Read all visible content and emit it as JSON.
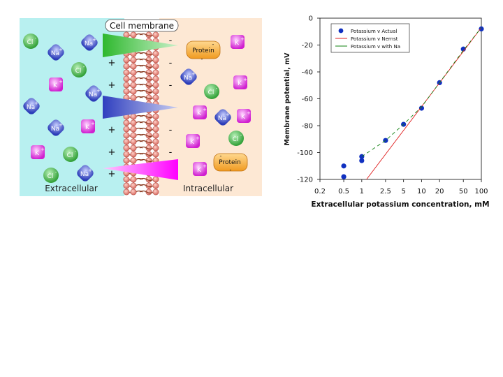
{
  "diagram": {
    "membrane_label": "Cell membrane",
    "extracellular_label": "Extracellular",
    "intracellular_label": "Intracellular",
    "protein_label": "Protein",
    "plus_sign": "+",
    "minus_sign": "-",
    "ion_labels": {
      "cl": "Cl",
      "na": "Na",
      "k": "K"
    },
    "colors": {
      "extracellular_bg": "#b8f0f0",
      "intracellular_bg": "#fde8d4",
      "cl": "#3cb043",
      "na": "#3b4bc8",
      "k": "#e040e0",
      "protein": "#f3a030",
      "gradient_top": "#2eb82e",
      "gradient_mid": "#2f3fbf",
      "gradient_bottom": "#ff00ff"
    }
  },
  "chart_data": {
    "type": "scatter",
    "title": "",
    "xlabel": "Extracellular potassium concentration, mM",
    "ylabel": "Membrane potential, mV",
    "x_scale": "log",
    "x_ticks": [
      0.2,
      0.5,
      1,
      2.5,
      5,
      10,
      20,
      50,
      100
    ],
    "x_tick_labels": [
      "0.2",
      "0.5",
      "1",
      "2.5",
      "5",
      "10",
      "20",
      "50",
      "100"
    ],
    "y_ticks": [
      0,
      -20,
      -40,
      -60,
      -80,
      -100,
      -120
    ],
    "y_tick_labels": [
      "0",
      "-20",
      "-40",
      "-60",
      "-80",
      "-100",
      "-120"
    ],
    "xlim": [
      0.2,
      100
    ],
    "ylim": [
      -120,
      0
    ],
    "legend_position": "top-left",
    "series": [
      {
        "name": "Potassium v Actual",
        "kind": "points",
        "color": "#1030c0",
        "points": [
          [
            0.5,
            -110
          ],
          [
            0.5,
            -118
          ],
          [
            1,
            -103
          ],
          [
            1,
            -106
          ],
          [
            2.5,
            -91
          ],
          [
            5,
            -79
          ],
          [
            10,
            -67
          ],
          [
            20,
            -48
          ],
          [
            50,
            -23
          ],
          [
            100,
            -8
          ]
        ]
      },
      {
        "name": "Potassium v Nernst",
        "kind": "line",
        "color": "#e02020",
        "points": [
          [
            1.2,
            -120
          ],
          [
            100,
            -7
          ]
        ]
      },
      {
        "name": "Potassium v with Na",
        "kind": "dashed-line",
        "color": "#108010",
        "points": [
          [
            1,
            -103
          ],
          [
            2.5,
            -91
          ],
          [
            5,
            -79
          ],
          [
            10,
            -66
          ],
          [
            20,
            -48
          ],
          [
            50,
            -24
          ],
          [
            100,
            -7
          ]
        ]
      }
    ]
  }
}
